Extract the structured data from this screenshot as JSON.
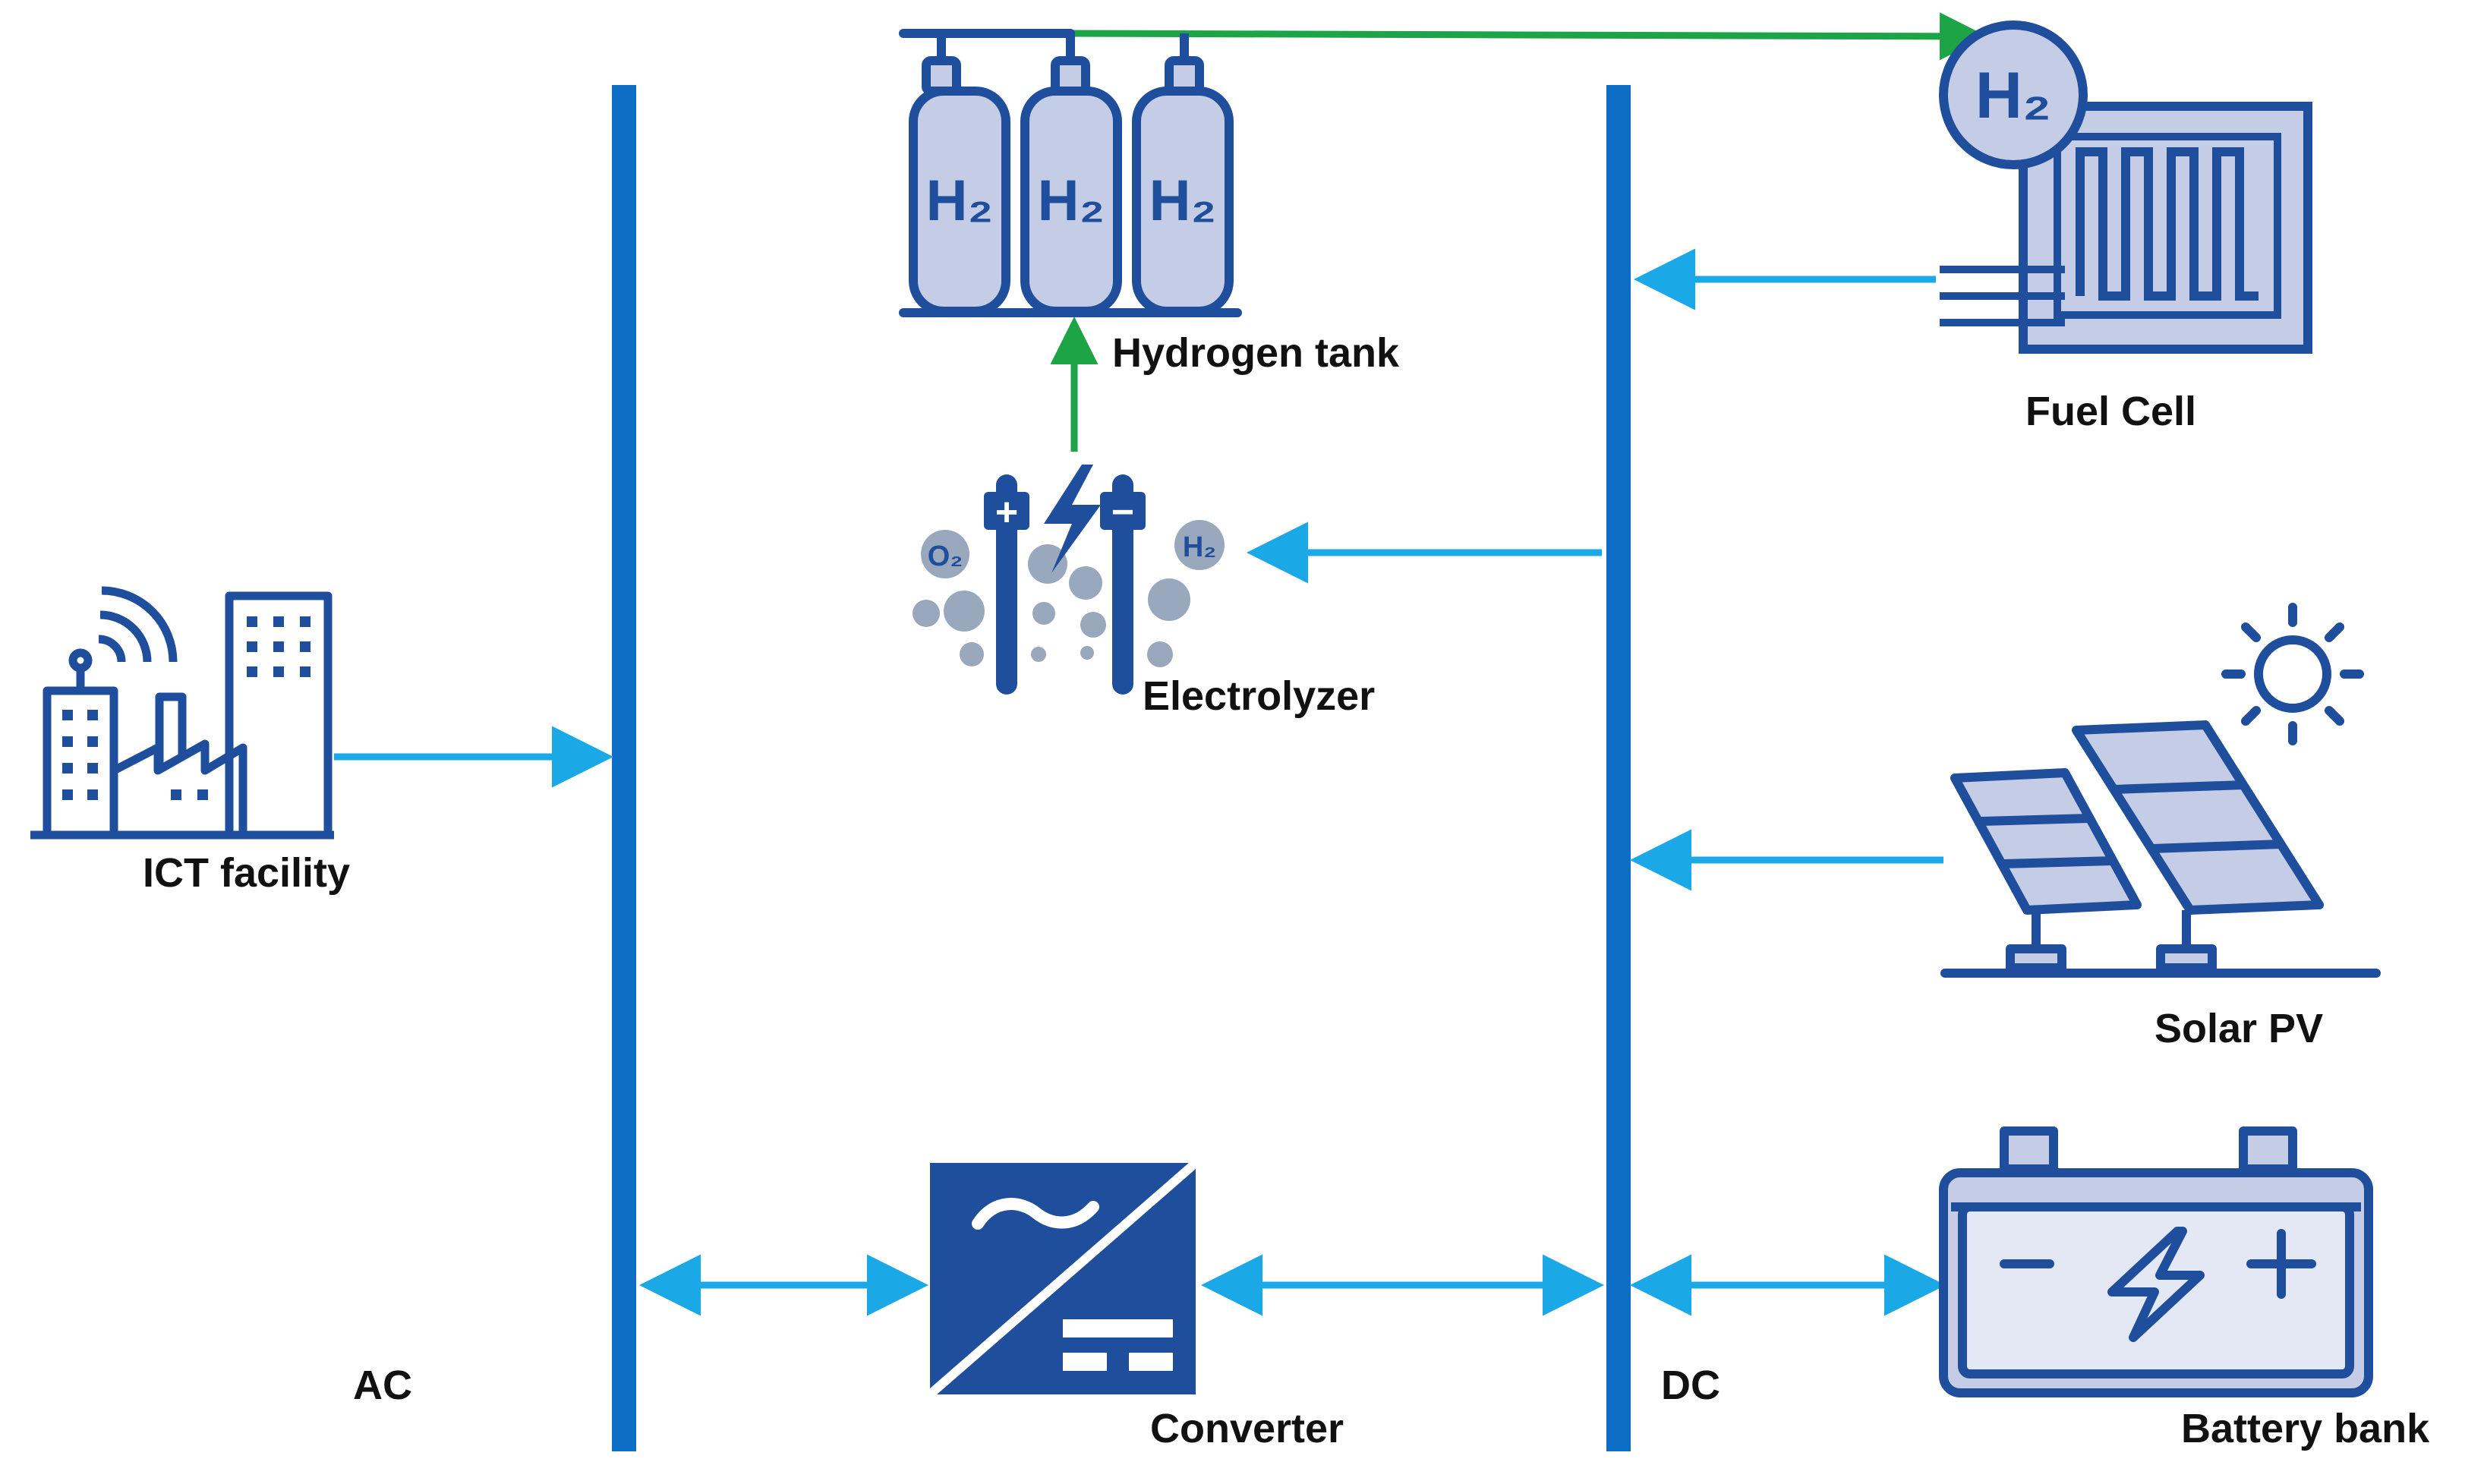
{
  "labels": {
    "hydrogen_tank": "Hydrogen tank",
    "fuel_cell": "Fuel Cell",
    "electrolyzer": "Electrolyzer",
    "ict_facility": "ICT facility",
    "solar_pv": "Solar PV",
    "battery_bank": "Battery bank",
    "converter": "Converter",
    "ac_bus": "AC",
    "dc_bus": "DC"
  },
  "icon_text": {
    "h2": "H₂",
    "o2": "O₂",
    "plus": "+",
    "minus": "−"
  },
  "colors": {
    "bus": "#0c6ec4",
    "electric_arrow": "#1aa9e6",
    "hydrogen_arrow": "#1ca447",
    "icon_dark": "#1f4e9c",
    "icon_fill": "#c5cde6",
    "bubble": "#9aa8bd"
  }
}
